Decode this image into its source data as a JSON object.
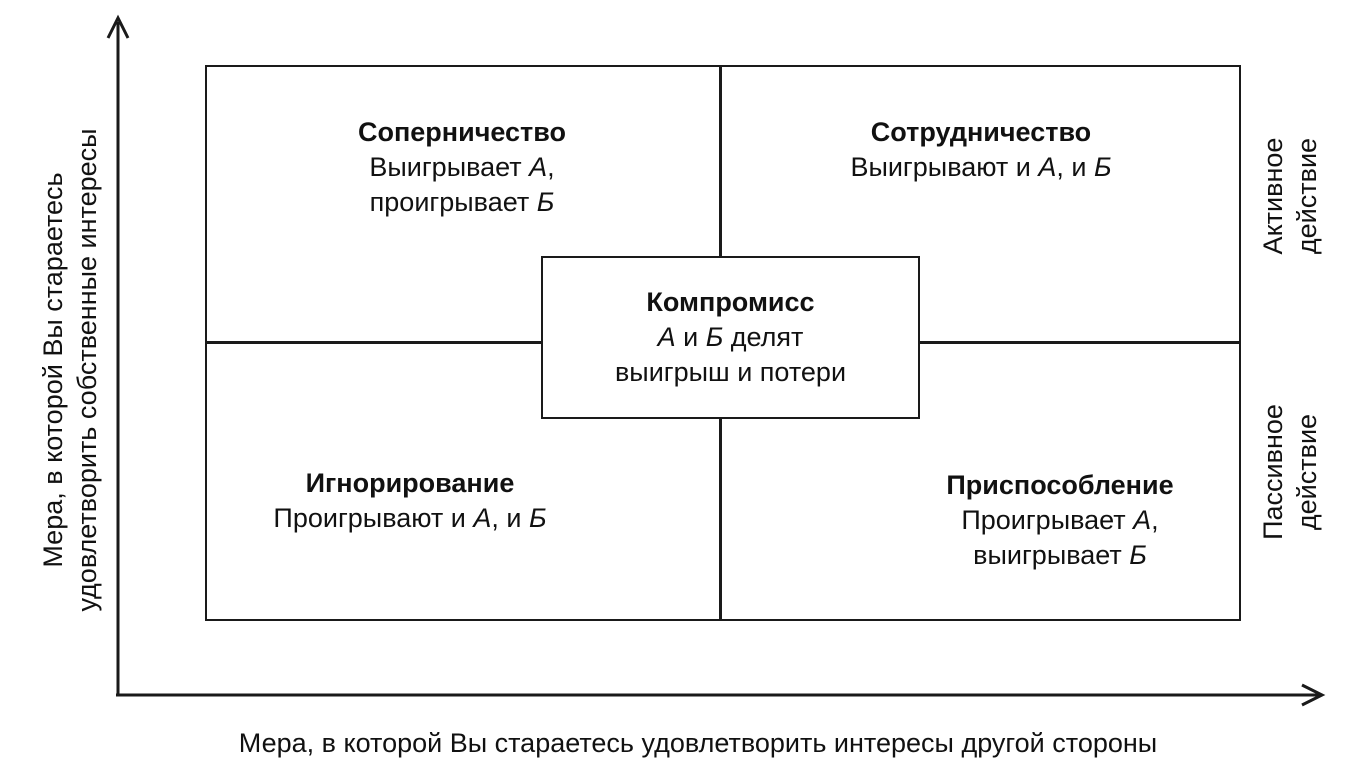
{
  "quadrants": {
    "top_left": {
      "title": "Соперничество",
      "line1_pre": "Выигрывает ",
      "line1_var": "А",
      "line1_post": ",",
      "line2_pre": "проигрывает ",
      "line2_var": "Б"
    },
    "top_right": {
      "title": "Сотрудничество",
      "line1_pre": "Выигрывают и ",
      "line1_var_a": "А",
      "line1_mid": ", и ",
      "line1_var_b": "Б"
    },
    "bottom_left": {
      "title": "Игнорирование",
      "line1_pre": "Проигрывают и ",
      "line1_var_a": "А",
      "line1_mid": ", и ",
      "line1_var_b": "Б"
    },
    "bottom_right": {
      "title": "Приспособление",
      "line1_pre": "Проигрывает ",
      "line1_var": "А",
      "line1_post": ",",
      "line2_pre": "выигрывает ",
      "line2_var": "Б"
    }
  },
  "center": {
    "title": "Компромисс",
    "line1_var_a": "А",
    "line1_mid": " и ",
    "line1_var_b": "Б",
    "line1_post": " делят",
    "line2": "выигрыш и потери"
  },
  "axes": {
    "x_label": "Мера, в которой Вы стараетесь удовлетворить интересы другой стороны",
    "y_label_line1": "Мера, в которой Вы стараетесь",
    "y_label_line2": "удовлетворить собственные интересы",
    "right_top_line1": "Активное",
    "right_top_line2": "действие",
    "right_bottom_line1": "Пассивное",
    "right_bottom_line2": "действие"
  }
}
